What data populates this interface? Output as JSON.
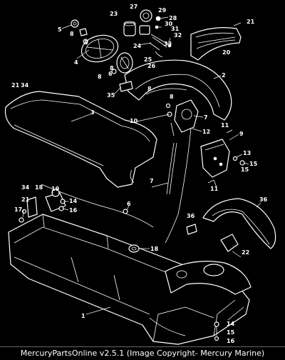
{
  "callouts": [
    {
      "n": "1"
    },
    {
      "n": "2"
    },
    {
      "n": "3"
    },
    {
      "n": "4"
    },
    {
      "n": "5"
    },
    {
      "n": "6"
    },
    {
      "n": "7"
    },
    {
      "n": "8"
    },
    {
      "n": "9"
    },
    {
      "n": "10"
    },
    {
      "n": "11"
    },
    {
      "n": "12"
    },
    {
      "n": "13"
    },
    {
      "n": "14"
    },
    {
      "n": "15"
    },
    {
      "n": "16"
    },
    {
      "n": "17"
    },
    {
      "n": "18"
    },
    {
      "n": "19"
    },
    {
      "n": "20"
    },
    {
      "n": "21"
    },
    {
      "n": "22"
    },
    {
      "n": "23"
    },
    {
      "n": "24"
    },
    {
      "n": "25"
    },
    {
      "n": "26"
    },
    {
      "n": "27"
    },
    {
      "n": "28"
    },
    {
      "n": "29"
    },
    {
      "n": "30"
    },
    {
      "n": "31"
    },
    {
      "n": "32"
    },
    {
      "n": "33"
    },
    {
      "n": "34"
    },
    {
      "n": "35"
    },
    {
      "n": "36"
    }
  ],
  "footer": {
    "text": "MercuryPartsOnline v2.5.1 (Image Copyright- Mercury Marine)"
  }
}
